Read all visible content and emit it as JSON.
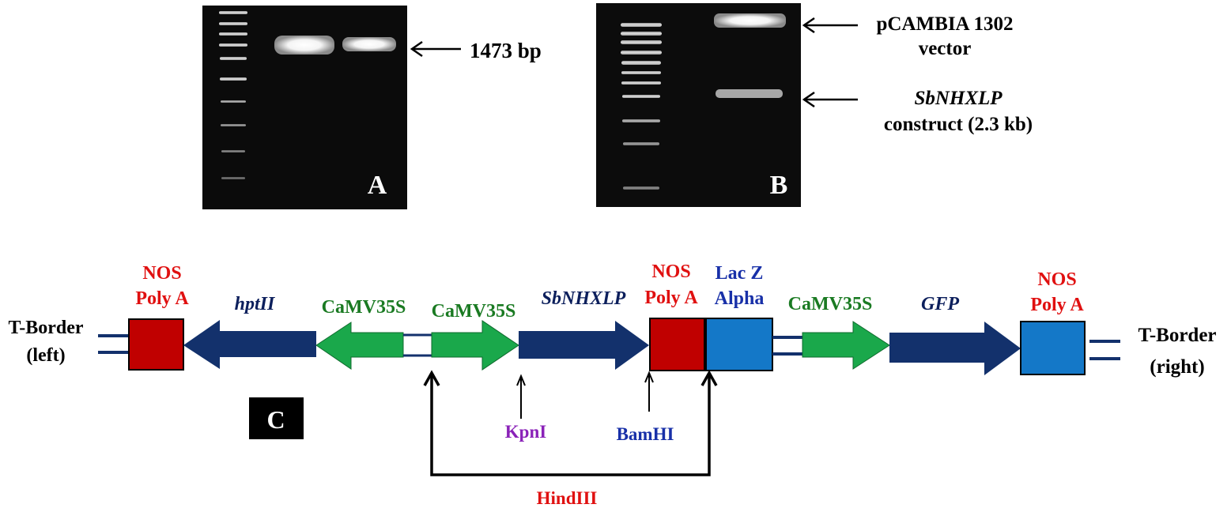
{
  "panel_a": {
    "letter": "A",
    "band_label": "1473 bp"
  },
  "panel_b": {
    "letter": "B",
    "upper_band_line1": "pCAMBIA 1302",
    "upper_band_line2": "vector",
    "lower_band_line1": "SbNHXLP",
    "lower_band_line2": "construct (2.3 kb)"
  },
  "panel_c": {
    "letter": "C",
    "left_border_line1": "T-Border",
    "left_border_line2": "(left)",
    "right_border_line1": "T-Border",
    "right_border_line2": "(right)",
    "elements": {
      "nos1_line1": "NOS",
      "nos1_line2": "Poly A",
      "hptii": "hptII",
      "camv_1": "CaMV35S",
      "camv_2": "CaMV35S",
      "sbnhxlp": "SbNHXLP",
      "nos2_line1": "NOS",
      "nos2_line2": "Poly A",
      "lacz_line1": "Lac Z",
      "lacz_line2": "Alpha",
      "camv_3": "CaMV35S",
      "gfp": "GFP",
      "nos3_line1": "NOS",
      "nos3_line2": "Poly A"
    },
    "sites": {
      "kpni": "KpnI",
      "bamhi": "BamHI",
      "hindiii": "HindIII"
    }
  },
  "colors": {
    "navy": "#13316c",
    "green": "#1aa84b",
    "red_box": "#c00000",
    "blue_box": "#1478c8",
    "label_red": "#e01010",
    "label_green": "#1a7a22",
    "label_navy": "#0c1f5c",
    "label_purple": "#8a22b8",
    "label_blue": "#1830a8"
  }
}
